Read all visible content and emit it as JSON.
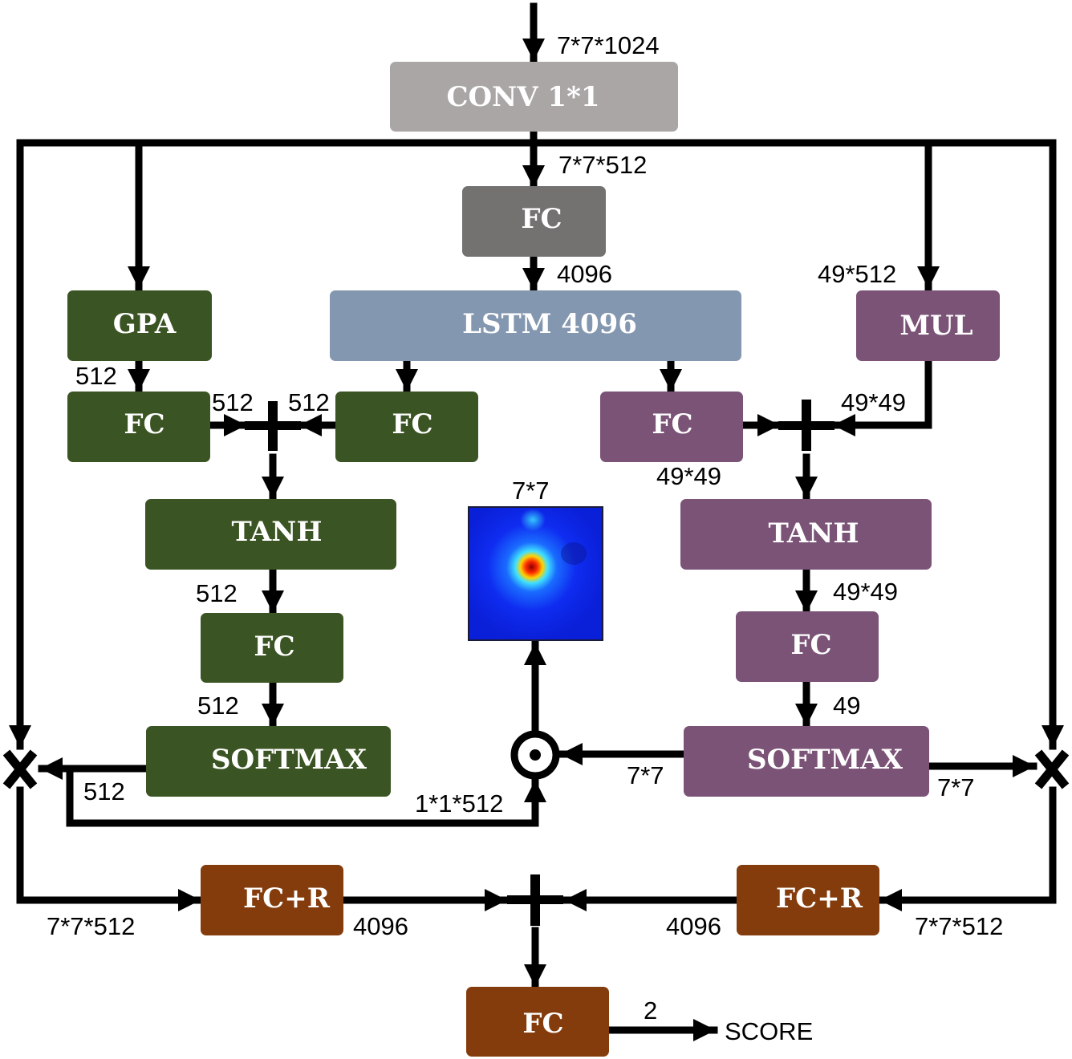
{
  "boxes": {
    "conv": "CONV 1*1",
    "fc_top": "FC",
    "lstm": "LSTM 4096",
    "gpa": "GPA",
    "mul": "MUL",
    "fc_green_left": "FC",
    "fc_green_right": "FC",
    "fc_purple": "FC",
    "tanh_green": "TANH",
    "tanh_purple": "TANH",
    "fc_green_mid": "FC",
    "fc_purple_mid": "FC",
    "softmax_green": "SOFTMAX",
    "softmax_purple": "SOFTMAX",
    "fcr_left": "FC+R",
    "fcr_right": "FC+R",
    "fc_bottom": "FC"
  },
  "labels": {
    "in_conv": "7*7*1024",
    "conv_out": "7*7*512",
    "fc_top_out": "4096",
    "mul_in": "49*512",
    "gpa_out": "512",
    "fc_green_left_out": "512",
    "fc_green_right_out": "512",
    "mul_out": "49*49",
    "fc_purple_out": "49*49",
    "heatmap_size": "7*7",
    "tanh_green_out": "512",
    "tanh_purple_out": "49*49",
    "fc_green_mid_out": "512",
    "fc_purple_mid_out": "49",
    "softmax_green_out": "512",
    "softmax_purple_left": "7*7",
    "softmax_purple_right": "7*7",
    "odot_in": "1*1*512",
    "fcr_left_in": "7*7*512",
    "fcr_left_out": "4096",
    "fcr_right_out": "4096",
    "fcr_right_in": "7*7*512",
    "score_dim": "2",
    "score": "SCORE"
  },
  "colors": {
    "conv": "#aaa6a6",
    "fc_top": "#747171",
    "lstm": "#8497b0",
    "green": "#3b5423",
    "purple": "#7b5377",
    "brown": "#843c0c"
  }
}
